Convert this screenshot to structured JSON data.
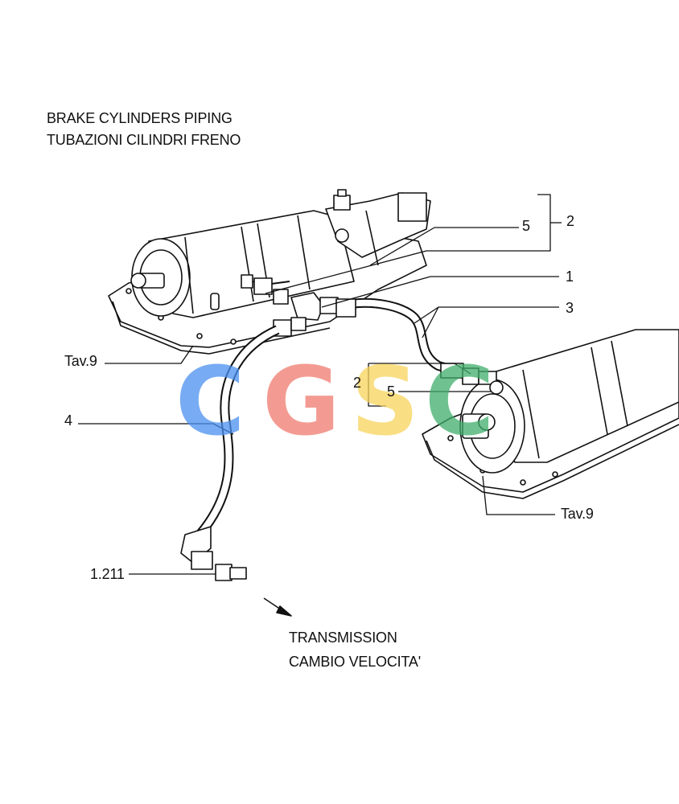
{
  "titles": {
    "line1": "BRAKE CYLINDERS PIPING",
    "line2": "TUBAZIONI CILINDRI FRENO"
  },
  "destination": {
    "line1": "TRANSMISSION",
    "line2": "CAMBIO VELOCITA'"
  },
  "callouts": {
    "top_2": "2",
    "top_5": "5",
    "item_1": "1",
    "item_3": "3",
    "tav9_left": "Tav.9",
    "item_4": "4",
    "mid_2": "2",
    "mid_5": "5",
    "tav9_right": "Tav.9",
    "ref_1211": "1.211"
  },
  "watermark": {
    "letters": [
      "C",
      "G",
      "S",
      "C"
    ],
    "colors": [
      "#4a8ff0",
      "#f07a6e",
      "#f7d35a",
      "#3fae6a"
    ]
  }
}
